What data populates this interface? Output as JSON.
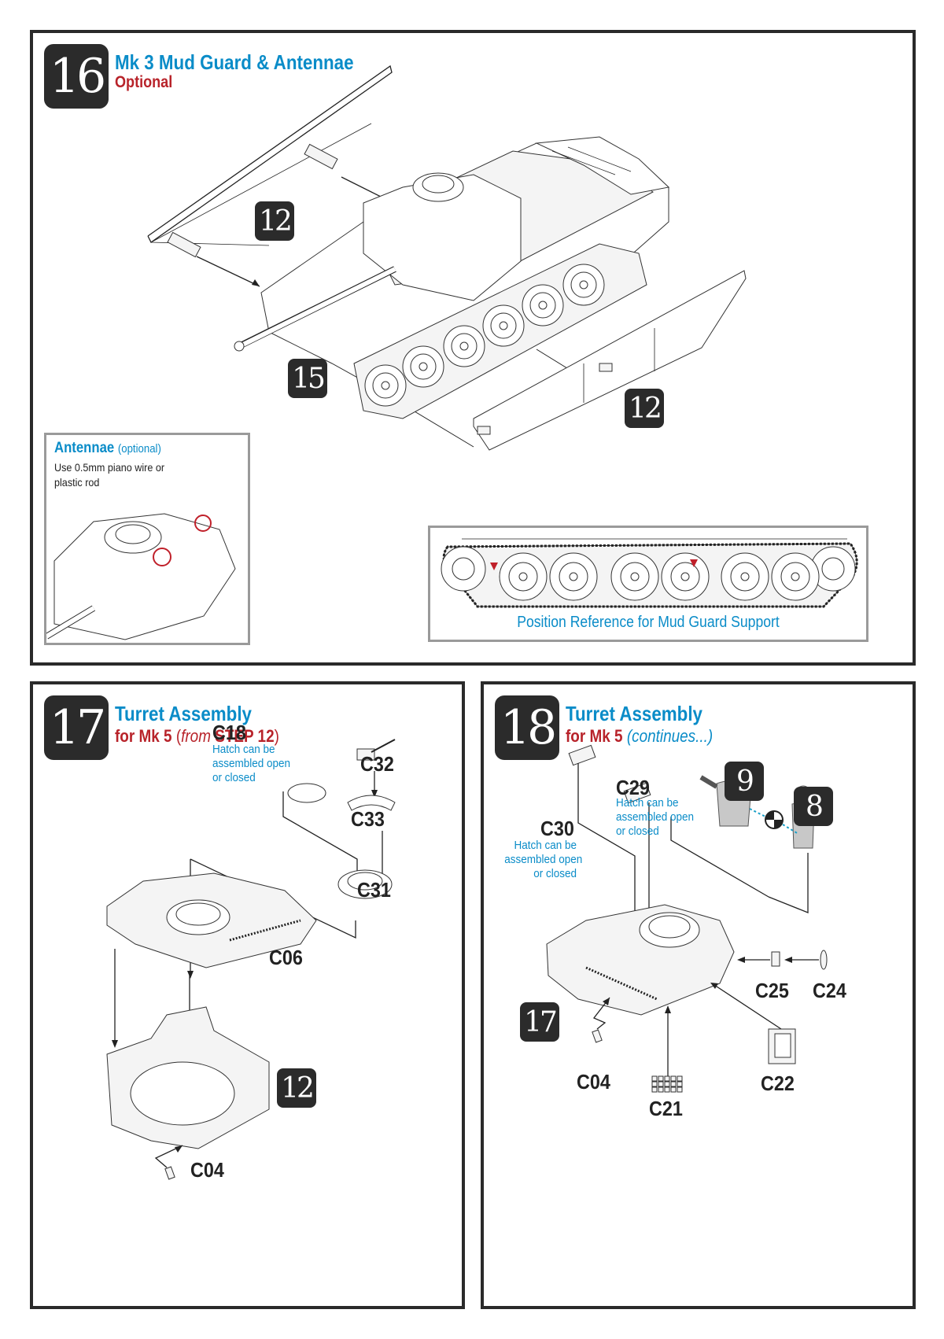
{
  "colors": {
    "accent_blue": "#0a8cc8",
    "accent_red": "#b8232a",
    "badge_bg": "#2b2b2b",
    "panel_border": "#2a2a2a"
  },
  "steps": [
    {
      "number": "16",
      "title": "Mk 3 Mud Guard & Antennae",
      "subtitle": "Optional",
      "ref_badges": [
        "12",
        "15",
        "12"
      ],
      "antenna_inset": {
        "title": "Antennae",
        "title_suffix": "(optional)",
        "text_line1": "Use 0.5mm piano wire or",
        "text_line2": "plastic rod",
        "markers": "red-circle-icon"
      },
      "reference_inset": {
        "caption": "Position Reference for Mud Guard Support",
        "markers": "red-triangle-icon"
      }
    },
    {
      "number": "17",
      "title": "Turret Assembly",
      "subtitle_main": "for Mk 5",
      "subtitle_open": "(",
      "subtitle_from": "from",
      "subtitle_step": "STEP 12",
      "subtitle_close": ")",
      "ref_badge": "12",
      "parts": {
        "c18": "C18",
        "c18_note_1": "Hatch can be",
        "c18_note_2": "assembled open",
        "c18_note_3": "or closed",
        "c32": "C32",
        "c33": "C33",
        "c31": "C31",
        "c06": "C06",
        "c04": "C04"
      }
    },
    {
      "number": "18",
      "title": "Turret Assembly",
      "subtitle_main": "for Mk 5",
      "subtitle_extra": "(continues...)",
      "ref_badges": {
        "from_step": "17",
        "figure_a": "9",
        "figure_b": "8"
      },
      "parts": {
        "c29": "C29",
        "c29_note_1": "Hatch can be",
        "c29_note_2": "assembled open",
        "c29_note_3": "or closed",
        "c30": "C30",
        "c30_note_1": "Hatch can be",
        "c30_note_2": "assembled open",
        "c30_note_3": "or closed",
        "c25": "C25",
        "c24": "C24",
        "c22": "C22",
        "c04": "C04",
        "c21": "C21"
      }
    }
  ]
}
